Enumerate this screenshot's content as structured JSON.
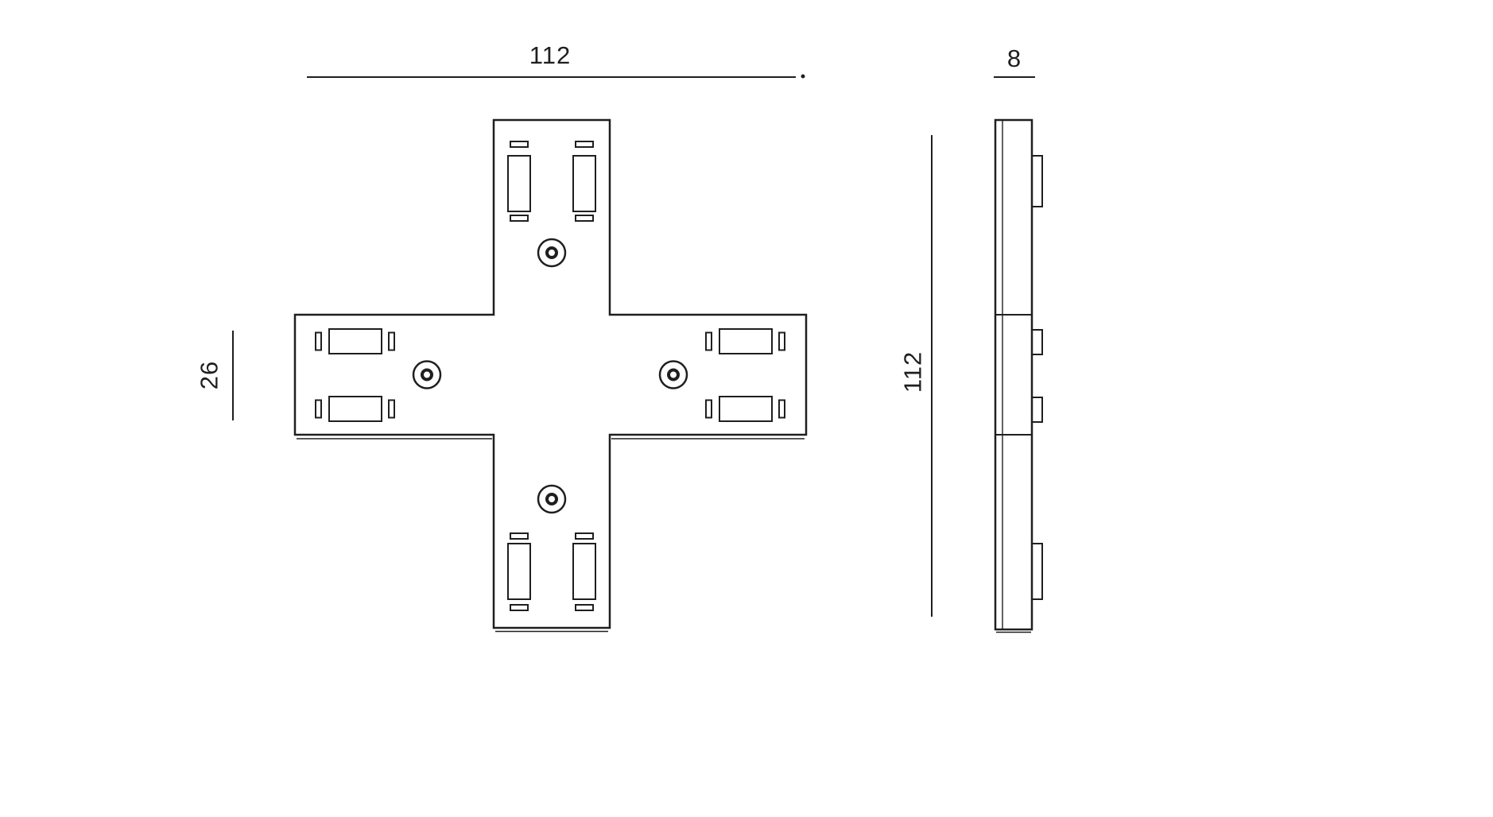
{
  "colors": {
    "line": "#1f1f1f",
    "background": "#ffffff"
  },
  "dimensions": {
    "front_width": "112",
    "front_arm_width": "26",
    "side_thickness": "8",
    "side_height": "112"
  }
}
